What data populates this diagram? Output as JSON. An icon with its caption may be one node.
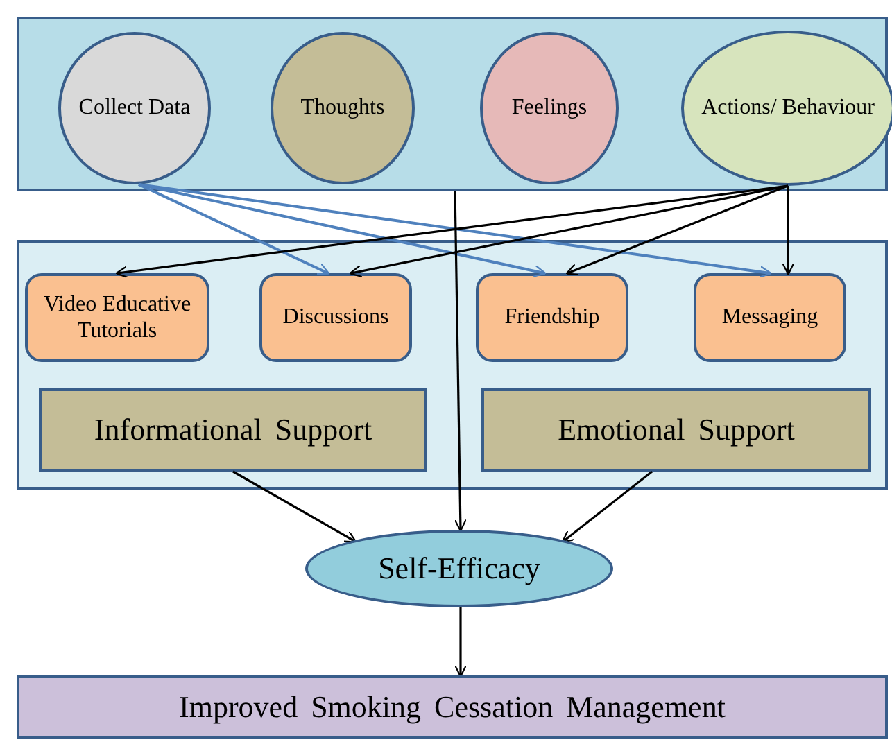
{
  "diagram": {
    "nodes": [
      {
        "text": [],
        "shape": "box"
      },
      {
        "text": [
          "Collect Data"
        ],
        "in": 0
      },
      {
        "text": [
          "Thoughts"
        ],
        "in": 0
      },
      {
        "text": [
          "Feelings"
        ],
        "in": 0
      },
      {
        "text": [
          "Actions/ Behaviour"
        ],
        "in": 0
      },
      {
        "text": [],
        "shape": "box"
      },
      {
        "text": [
          "Video Educative Tutorials"
        ],
        "in": 5
      },
      {
        "text": [
          "Discussions"
        ],
        "in": 5
      },
      {
        "text": [
          "Friendship"
        ],
        "in": 5
      },
      {
        "text": [
          "Messaging"
        ],
        "in": 5
      },
      {
        "text": [
          "Informational Support"
        ],
        "in": 5
      },
      {
        "text": [
          "Emotional Support"
        ],
        "in": 5
      },
      {
        "text": [
          "Self-Efficacy"
        ]
      },
      {
        "text": [
          "Improved Smoking Cessation Management"
        ]
      }
    ],
    "edges": [
      {
        "from": 1,
        "to": 7,
        "arrow": "to",
        "color": "#4f81bd"
      },
      {
        "from": 1,
        "to": 8,
        "arrow": "to",
        "color": "#4f81bd"
      },
      {
        "from": 1,
        "to": 9,
        "arrow": "to",
        "color": "#4f81bd"
      },
      {
        "from": 4,
        "to": 6,
        "arrow": "to"
      },
      {
        "from": 4,
        "to": 7,
        "arrow": "to"
      },
      {
        "from": 4,
        "to": 8,
        "arrow": "to"
      },
      {
        "from": 4,
        "to": 9,
        "arrow": "to"
      },
      {
        "from": 0,
        "to": 12,
        "arrow": "to"
      },
      {
        "from": 10,
        "to": 12,
        "arrow": "to"
      },
      {
        "from": 11,
        "to": 12,
        "arrow": "to"
      },
      {
        "from": 12,
        "to": 13,
        "arrow": "to"
      }
    ]
  }
}
